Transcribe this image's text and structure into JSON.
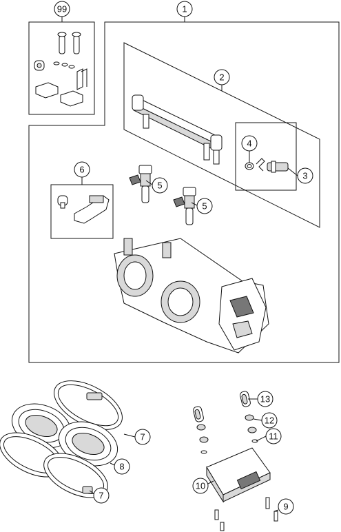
{
  "callouts": [
    {
      "id": "c1",
      "label": "1"
    },
    {
      "id": "c2",
      "label": "2"
    },
    {
      "id": "c3",
      "label": "3"
    },
    {
      "id": "c4",
      "label": "4"
    },
    {
      "id": "c5a",
      "label": "5"
    },
    {
      "id": "c5b",
      "label": "5"
    },
    {
      "id": "c6",
      "label": "6"
    },
    {
      "id": "c7a",
      "label": "7"
    },
    {
      "id": "c7b",
      "label": "7"
    },
    {
      "id": "c8",
      "label": "8"
    },
    {
      "id": "c9",
      "label": "9"
    },
    {
      "id": "c10",
      "label": "10"
    },
    {
      "id": "c11",
      "label": "11"
    },
    {
      "id": "c12",
      "label": "12"
    },
    {
      "id": "c13",
      "label": "13"
    },
    {
      "id": "c99",
      "label": "99"
    }
  ]
}
